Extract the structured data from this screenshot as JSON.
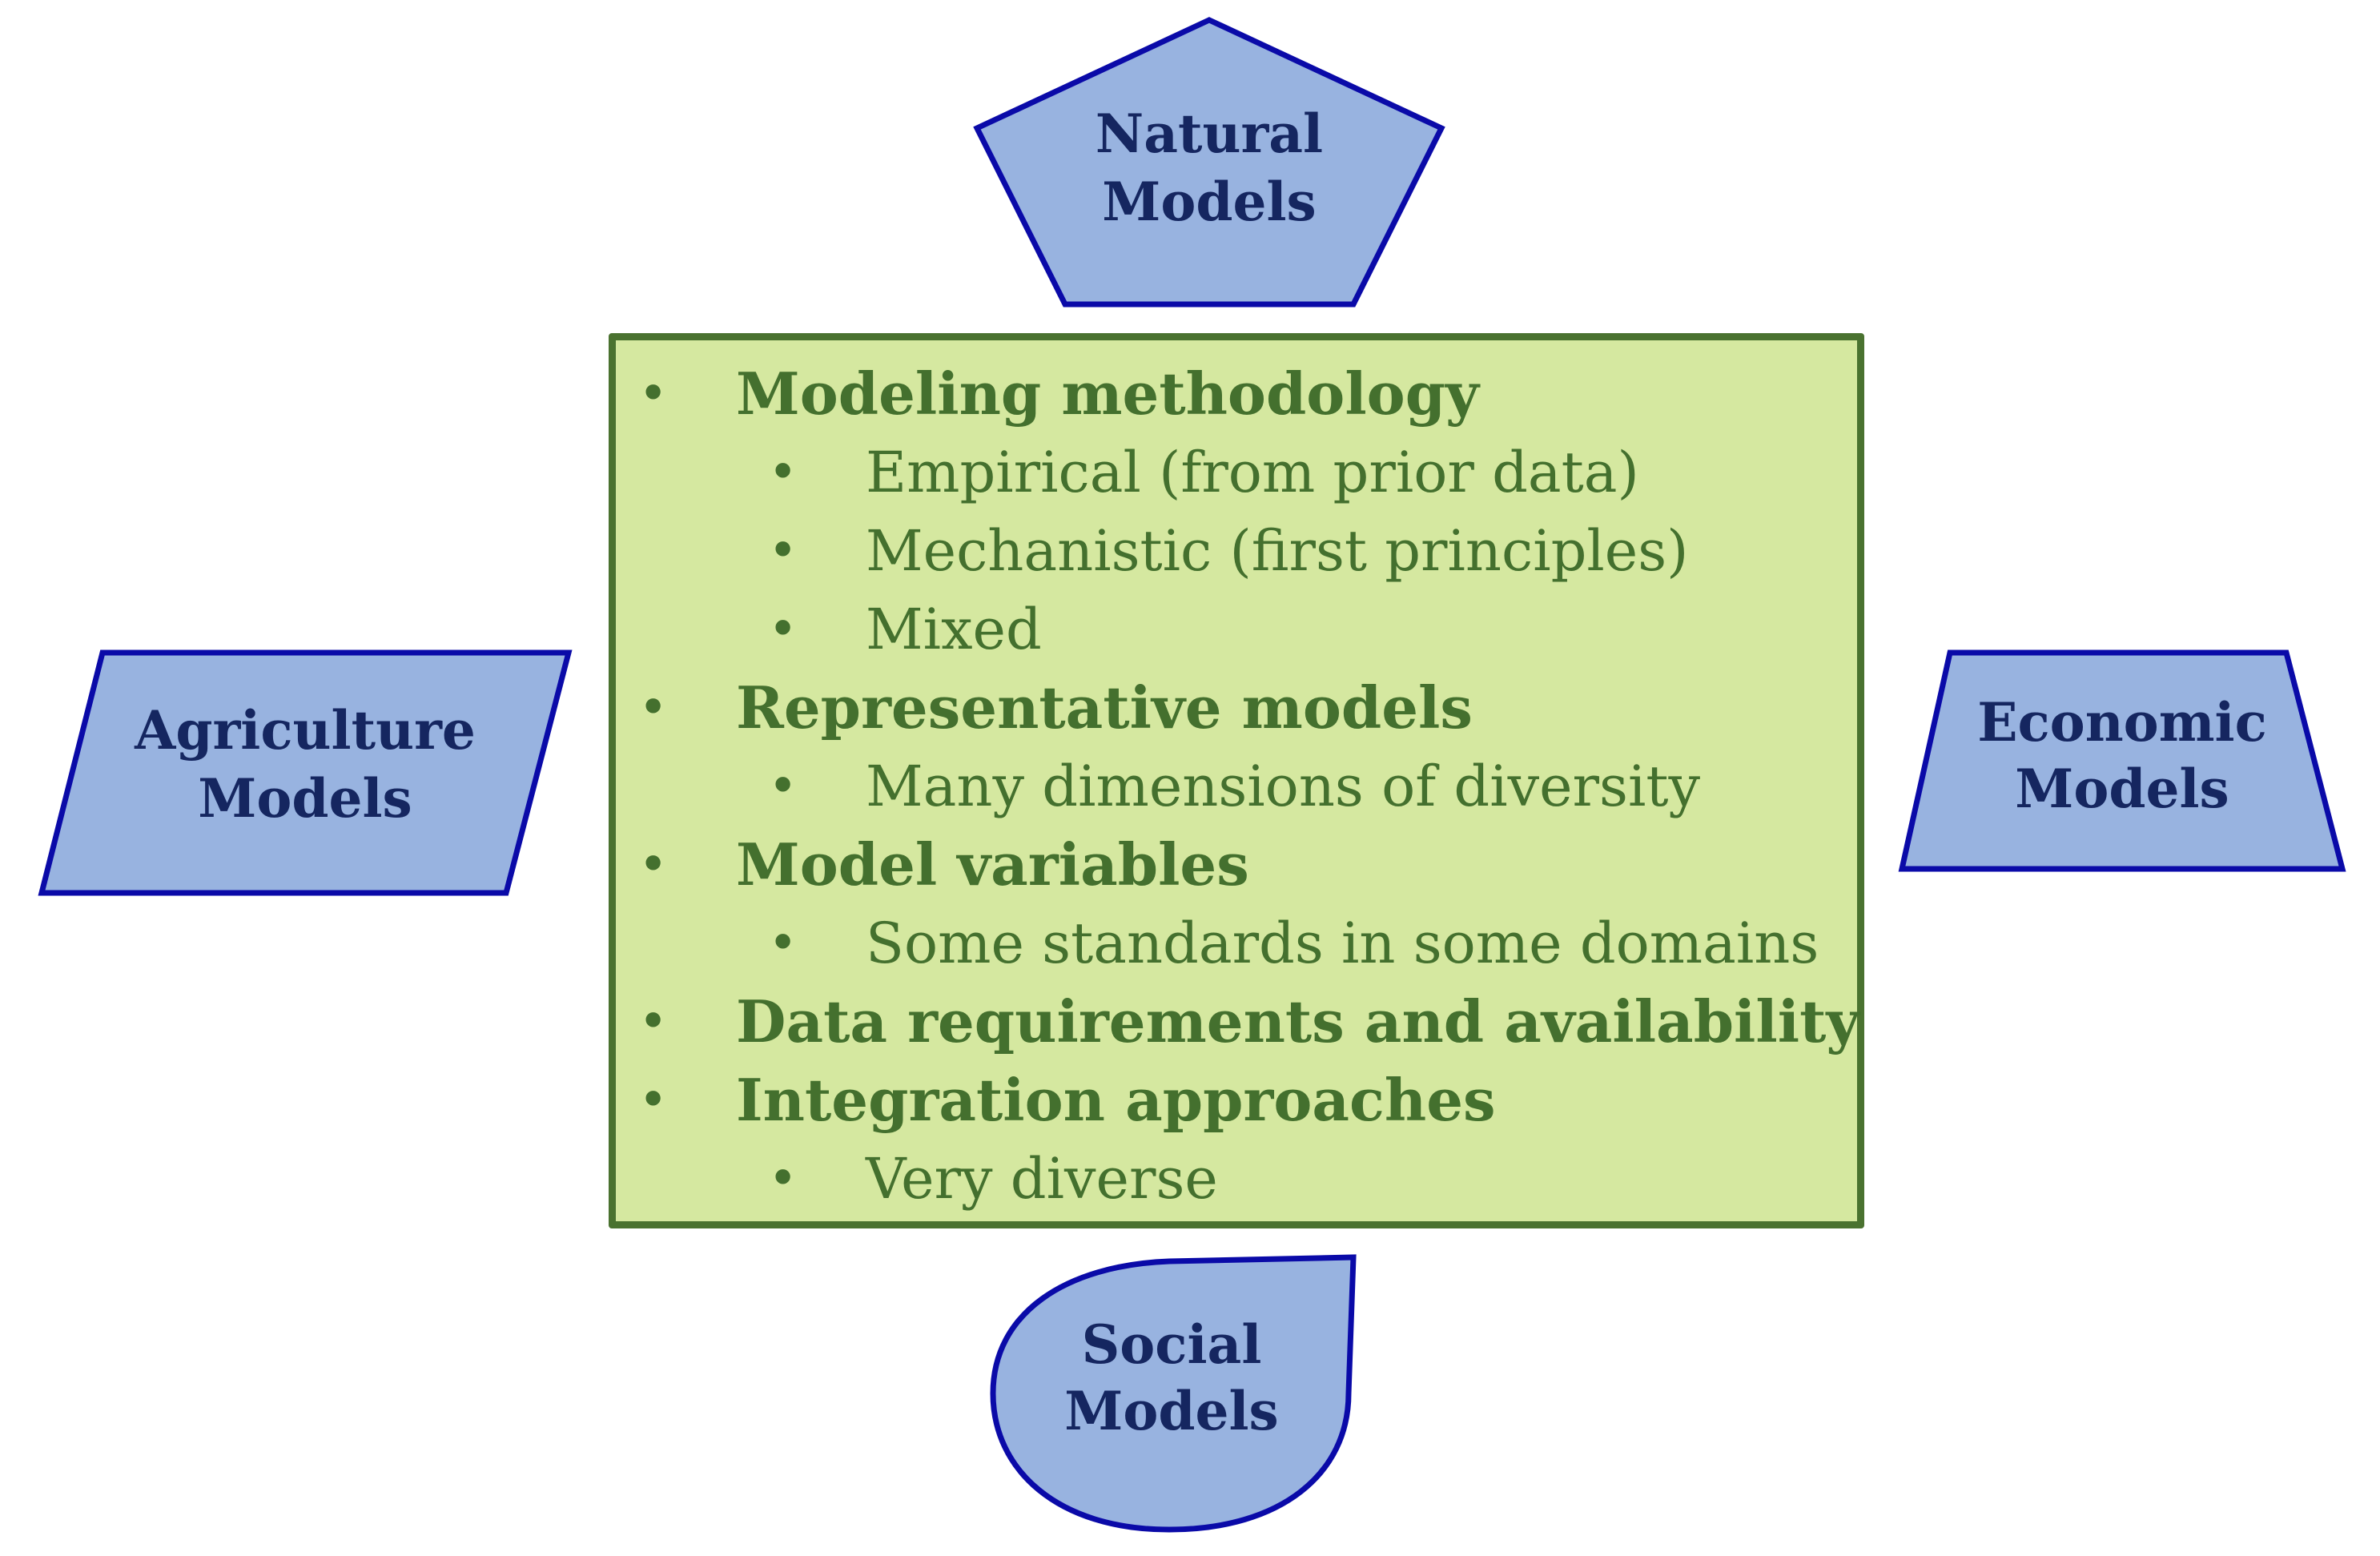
{
  "shapes": {
    "natural": {
      "line1": "Natural",
      "line2": "Models",
      "icon": "pentagon"
    },
    "agriculture": {
      "line1": "Agriculture",
      "line2": "Models",
      "icon": "parallelogram"
    },
    "economic": {
      "line1": "Economic",
      "line2": "Models",
      "icon": "trapezoid"
    },
    "social": {
      "line1": "Social",
      "line2": "Models",
      "icon": "teardrop"
    }
  },
  "center": {
    "items": [
      {
        "text": "Modeling methodology",
        "level": 0,
        "bullet": "•"
      },
      {
        "text": "Empirical (from prior data)",
        "level": 1,
        "bullet": "•"
      },
      {
        "text": "Mechanistic (first principles)",
        "level": 1,
        "bullet": "•"
      },
      {
        "text": "Mixed",
        "level": 1,
        "bullet": "•"
      },
      {
        "text": "Representative models",
        "level": 0,
        "bullet": "•"
      },
      {
        "text": "Many dimensions of diversity",
        "level": 1,
        "bullet": "•"
      },
      {
        "text": "Model variables",
        "level": 0,
        "bullet": "•"
      },
      {
        "text": "Some standards in some domains",
        "level": 1,
        "bullet": "•"
      },
      {
        "text": "Data requirements and availability",
        "level": 0,
        "bullet": "•"
      },
      {
        "text": "Integration approaches",
        "level": 0,
        "bullet": "•"
      },
      {
        "text": "Very diverse",
        "level": 1,
        "bullet": "•"
      }
    ]
  },
  "colors": {
    "shape_fill": "#98b3e0",
    "shape_stroke": "#0a0aa8",
    "shape_text": "#152660",
    "box_fill": "#d5e8a0",
    "box_border": "#4a7230",
    "box_text": "#44702e"
  }
}
